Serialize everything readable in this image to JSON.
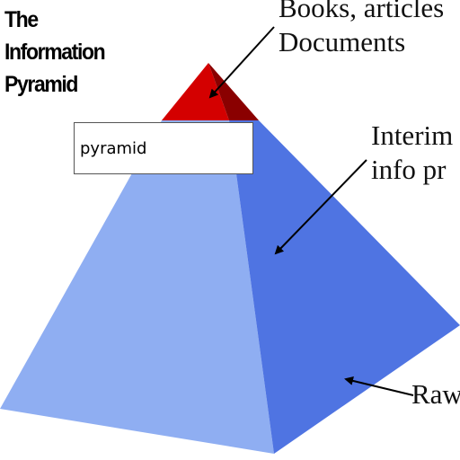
{
  "title": {
    "lines": [
      "The",
      "Information",
      "Pyramid"
    ]
  },
  "labels": {
    "top": [
      "Books, articles",
      "Documents"
    ],
    "middle": [
      "Interim",
      "info pr"
    ],
    "bottom": [
      "Raw"
    ]
  },
  "search": {
    "value": "pyramid"
  },
  "colors": {
    "apex_red": "#d40000",
    "apex_dark": "#8a0000",
    "face_left": "#8faef2",
    "face_right": "#4f74e2"
  }
}
